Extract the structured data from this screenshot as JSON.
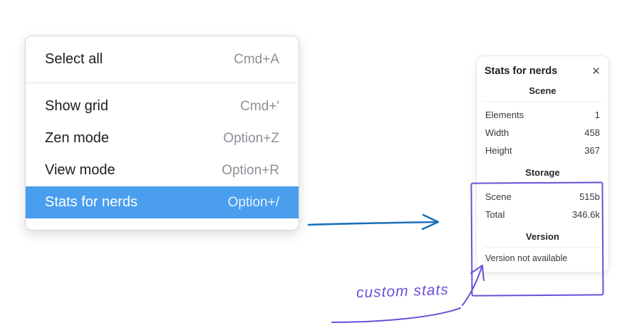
{
  "colors": {
    "menu_selected_bg": "#4a9eed",
    "menu_selected_text": "#ffffff",
    "arrow_blue": "#1d6fba",
    "annotation_purple": "#6d4fd8"
  },
  "context_menu": {
    "items": [
      {
        "label": "Select all",
        "shortcut": "Cmd+A",
        "selected": false
      },
      {
        "label": "Show grid",
        "shortcut": "Cmd+'",
        "selected": false
      },
      {
        "label": "Zen mode",
        "shortcut": "Option+Z",
        "selected": false
      },
      {
        "label": "View mode",
        "shortcut": "Option+R",
        "selected": false
      },
      {
        "label": "Stats for nerds",
        "shortcut": "Option+/",
        "selected": true
      }
    ]
  },
  "stats_panel": {
    "title": "Stats for nerds",
    "close_glyph": "✕",
    "sections": [
      {
        "header": "Scene",
        "rows": [
          {
            "label": "Elements",
            "value": "1"
          },
          {
            "label": "Width",
            "value": "458"
          },
          {
            "label": "Height",
            "value": "367"
          }
        ]
      },
      {
        "header": "Storage",
        "rows": [
          {
            "label": "Scene",
            "value": "515b"
          },
          {
            "label": "Total",
            "value": "346.6k"
          }
        ]
      },
      {
        "header": "Version",
        "rows": []
      }
    ],
    "version_note": "Version not available"
  },
  "annotation": {
    "label": "custom stats"
  }
}
